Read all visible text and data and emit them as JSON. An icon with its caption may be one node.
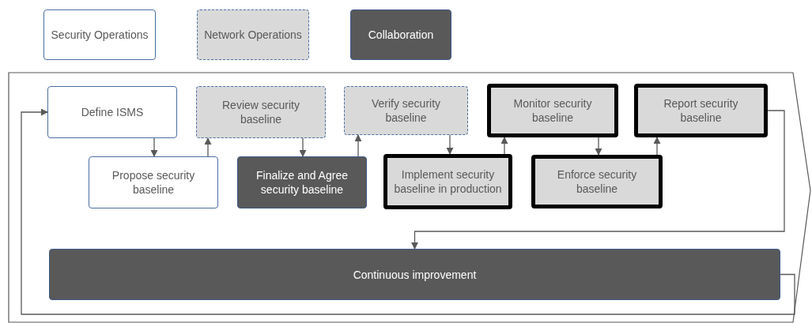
{
  "diagram": {
    "nodes": [
      {
        "text": [],
        "shape": "chevron"
      },
      {
        "text": [
          "Define ISMS"
        ],
        "in": 0
      },
      {
        "text": [
          "Propose security baseline"
        ],
        "in": 0
      },
      {
        "text": [
          "Review security baseline"
        ],
        "in": 0
      },
      {
        "text": [
          "Finalize and Agree security baseline"
        ],
        "in": 0
      },
      {
        "text": [
          "Verify security baseline"
        ],
        "in": 0
      },
      {
        "text": [
          "Implement security baseline in production"
        ],
        "in": 0
      },
      {
        "text": [
          "Monitor security baseline"
        ],
        "in": 0
      },
      {
        "text": [
          "Enforce security baseline"
        ],
        "in": 0
      },
      {
        "text": [
          "Report security baseline"
        ],
        "in": 0
      },
      {
        "text": [
          "Continuous improvement"
        ],
        "in": 0
      }
    ],
    "edges": [
      {
        "from": 1,
        "to": 2,
        "arrow": "to"
      },
      {
        "from": 2,
        "to": 3,
        "arrow": "to"
      },
      {
        "from": 3,
        "to": 4,
        "arrow": "to"
      },
      {
        "from": 4,
        "to": 5,
        "arrow": "to"
      },
      {
        "from": 5,
        "to": 6,
        "arrow": "to"
      },
      {
        "from": 6,
        "to": 7,
        "arrow": "to"
      },
      {
        "from": 7,
        "to": 8,
        "arrow": "to"
      },
      {
        "from": 8,
        "to": 9,
        "arrow": "to"
      },
      {
        "from": 9,
        "to": 10,
        "arrow": "to"
      },
      {
        "from": 10,
        "to": 1,
        "arrow": "to"
      }
    ],
    "legend": [
      {
        "text": "Security Operations",
        "color": "#ffffff"
      },
      {
        "text": "Network Operations",
        "color": "#d9d9d9"
      },
      {
        "text": "Collaboration",
        "color": "#595959"
      }
    ]
  }
}
